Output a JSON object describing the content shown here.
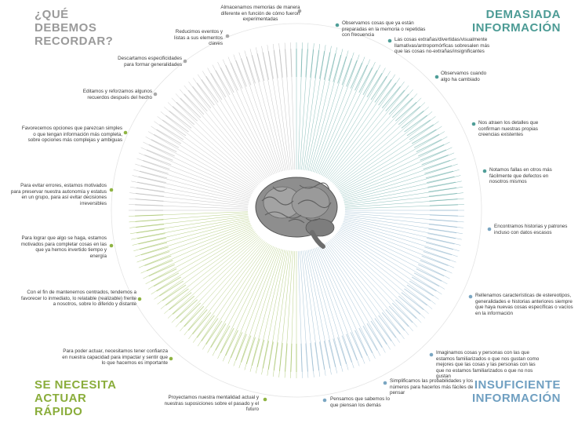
{
  "colors": {
    "top_left": "#a9a9a9",
    "top_right": "#4f9e98",
    "bottom_left": "#8fb443",
    "bottom_right": "#7aa6c2",
    "corner_tl": "#9a9a9a",
    "corner_tr": "#4c9b95",
    "corner_bl": "#8aad3b",
    "corner_br": "#6f9fc1"
  },
  "corners": {
    "tl": "¿QUÉ DEBEMOS RECORDAR?",
    "tr": "DEMASIADA INFORMACIÓN",
    "bl": "SE NECESITA ACTUAR RÁPIDO",
    "br": "INSUFICIENTE INFORMACIÓN"
  },
  "groups": [
    {
      "id": "g1",
      "quadrant": "tr",
      "text": "Observamos cosas que ya están preparadas en la memoria o repetidas con frecuencia"
    },
    {
      "id": "g2",
      "quadrant": "tr",
      "text": "Las cosas extrañas/divertidas/visualmente llamativas/antropomórficas sobresalen más que las cosas no-extrañas/insignificantes"
    },
    {
      "id": "g3",
      "quadrant": "tr",
      "text": "Observamos cuando algo ha cambiado"
    },
    {
      "id": "g4",
      "quadrant": "tr",
      "text": "Nos atraen los detalles que confirman nuestras propias creencias existentes"
    },
    {
      "id": "g5",
      "quadrant": "tr",
      "text": "Notamos fallas en otros más fácilmente que defectos en nosotros mismos"
    },
    {
      "id": "g6",
      "quadrant": "br",
      "text": "Encontramos historias y patrones incluso con datos escasos"
    },
    {
      "id": "g7",
      "quadrant": "br",
      "text": "Rellenamos características de estereotipos, generalidades e historias anteriores siempre que haya nuevas cosas específicas o vacíos en la información"
    },
    {
      "id": "g8",
      "quadrant": "br",
      "text": "Imaginamos cosas y personas con las que estamos familiarizados o que nos gustan como mejores que las cosas y las personas con las que no estamos familiarizados o que no nos gustan"
    },
    {
      "id": "g9",
      "quadrant": "br",
      "text": "Simplificamos las probabilidades y los números para hacerlos más fáciles de pensar"
    },
    {
      "id": "g10",
      "quadrant": "br",
      "text": "Pensamos que sabemos lo que piensan los demás"
    },
    {
      "id": "g11",
      "quadrant": "bl",
      "text": "Proyectamos nuestra mentalidad actual y nuestras suposiciones sobre el pasado y el futuro"
    },
    {
      "id": "g12",
      "quadrant": "bl",
      "text": "Para poder actuar, necesitamos tener confianza en nuestra capacidad para impactar y sentir que lo que hacemos es importante"
    },
    {
      "id": "g13",
      "quadrant": "bl",
      "text": "Con el fin de mantenernos centrados, tendemos a favorecer lo inmediato, lo relatable (realizable) frente a nosotros, sobre lo diferido y distante"
    },
    {
      "id": "g14",
      "quadrant": "bl",
      "text": "Para lograr que algo se haga, estamos motivados para completar cosas en las que ya hemos invertido tiempo y energía"
    },
    {
      "id": "g15",
      "quadrant": "bl",
      "text": "Para evitar errores, estamos motivados para preservar nuestra autonomía y estatus en un grupo, para así evitar decisiones irreversibles"
    },
    {
      "id": "g16",
      "quadrant": "bl",
      "text": "Favorecemos opciones que parezcan simples o que tengan información más completa, sobre opciones más complejas y ambiguas"
    },
    {
      "id": "g17",
      "quadrant": "tl",
      "text": "Editamos y reforzamos algunos recuerdos después del hecho"
    },
    {
      "id": "g18",
      "quadrant": "tl",
      "text": "Descartamos especificidades para formar generalidades"
    },
    {
      "id": "g19",
      "quadrant": "tl",
      "text": "Reducimos eventos y listas a sus elementos claves"
    },
    {
      "id": "g20",
      "quadrant": "tl",
      "text": "Almacenamos memorias de manera diferente en función de cómo fueron experimentadas"
    }
  ]
}
